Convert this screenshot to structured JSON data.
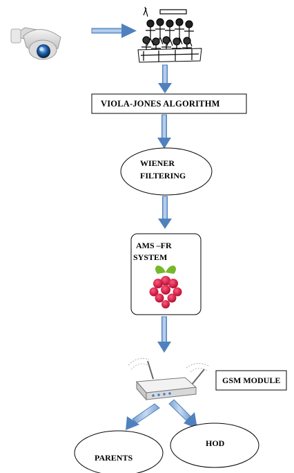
{
  "nodes": {
    "viola_jones": "VIOLA-JONES ALGORITHM",
    "wiener_line1": "WIENER",
    "wiener_line2": "FILTERING",
    "ams_line1": "AMS –FR",
    "ams_line2": "SYSTEM",
    "gsm": "GSM MODULE",
    "parents": "PARENTS",
    "hod": "HOD"
  },
  "icons": {
    "camera": "security-camera-icon",
    "classroom": "classroom-sketch-icon",
    "raspberry": "raspberry-pi-logo-icon",
    "router": "gsm-router-icon"
  },
  "colors": {
    "arrow": "#4f81bd",
    "arrow_light": "#9dbbe0",
    "border": "#000000"
  }
}
